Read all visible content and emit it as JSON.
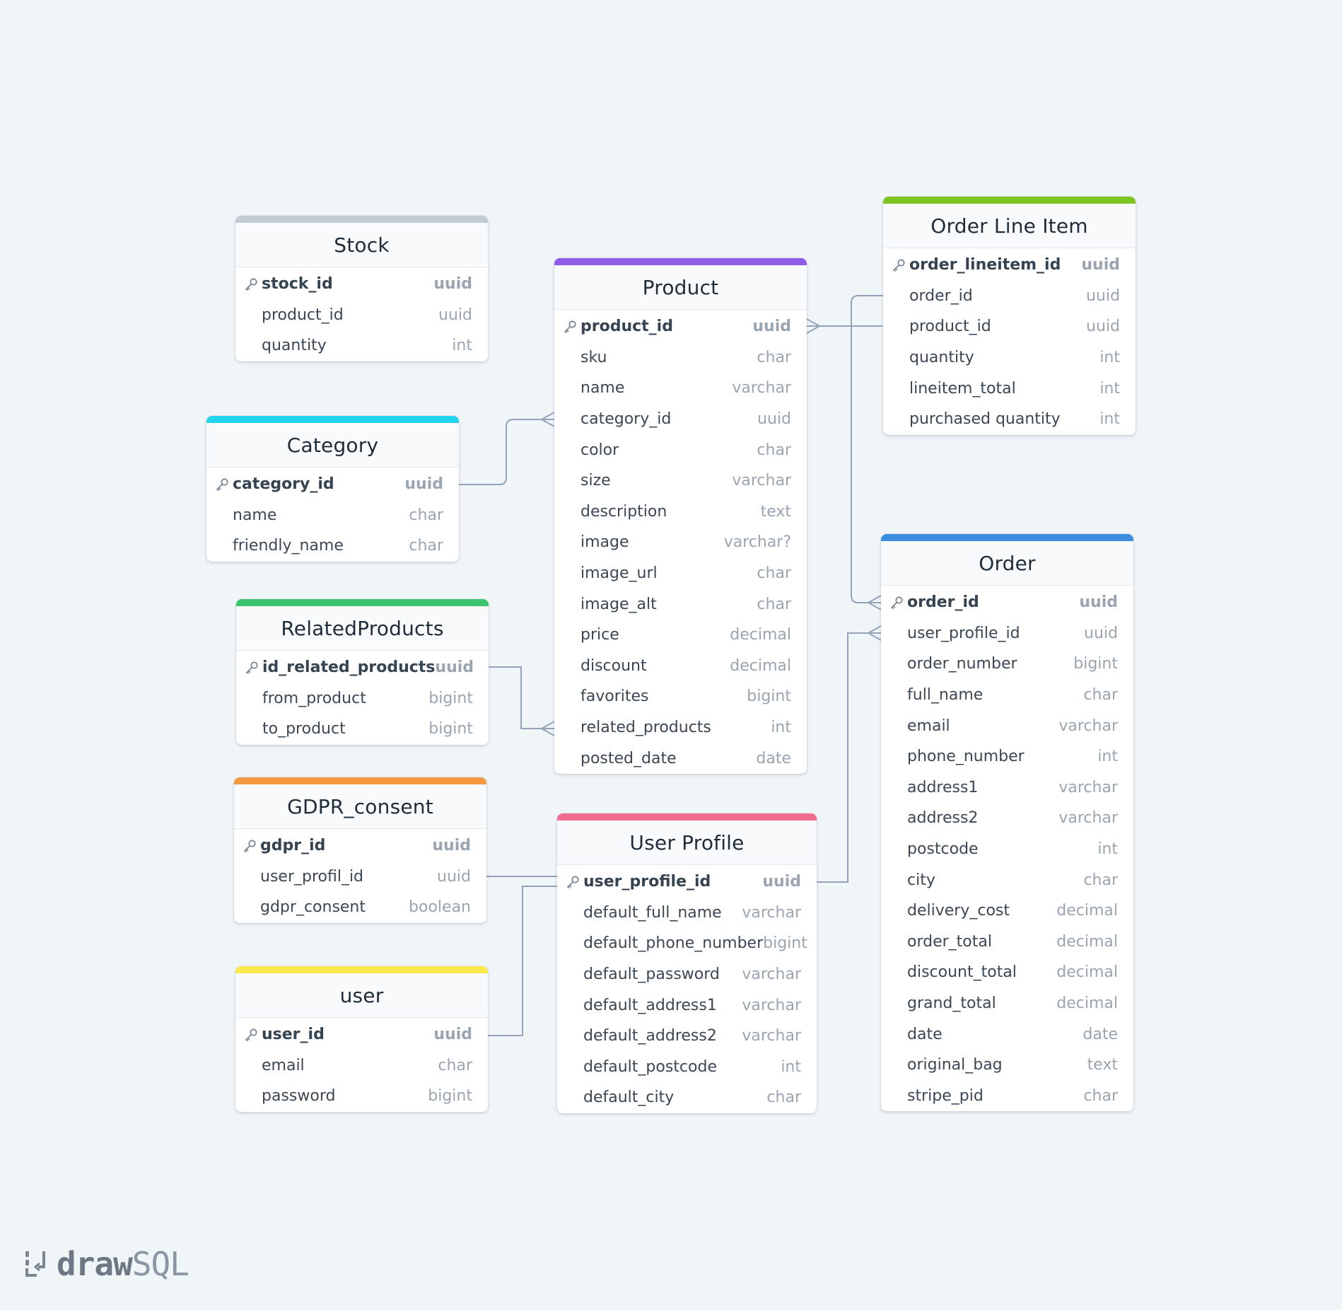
{
  "branding": {
    "logo_bold": "draw",
    "logo_light": "SQL"
  },
  "colors": {
    "stock": "#c2cad3",
    "category": "#22d3ee",
    "related": "#3cc46e",
    "gdpr": "#f59842",
    "user": "#fae84a",
    "product": "#8f5be8",
    "user_profile": "#f06b90",
    "order_line_item": "#7cc520",
    "order": "#3b8de0",
    "connector": "#94a3b8"
  },
  "tables": {
    "stock": {
      "title": "Stock",
      "columns": [
        {
          "name": "stock_id",
          "type": "uuid",
          "pk": true
        },
        {
          "name": "product_id",
          "type": "uuid"
        },
        {
          "name": "quantity",
          "type": "int"
        }
      ]
    },
    "category": {
      "title": "Category",
      "columns": [
        {
          "name": "category_id",
          "type": "uuid",
          "pk": true
        },
        {
          "name": "name",
          "type": "char"
        },
        {
          "name": "friendly_name",
          "type": "char"
        }
      ]
    },
    "related": {
      "title": "RelatedProducts",
      "columns": [
        {
          "name": "id_related_products",
          "type": "uuid",
          "pk": true
        },
        {
          "name": "from_product",
          "type": "bigint"
        },
        {
          "name": "to_product",
          "type": "bigint"
        }
      ]
    },
    "gdpr": {
      "title": "GDPR_consent",
      "columns": [
        {
          "name": "gdpr_id",
          "type": "uuid",
          "pk": true
        },
        {
          "name": "user_profil_id",
          "type": "uuid"
        },
        {
          "name": "gdpr_consent",
          "type": "boolean"
        }
      ]
    },
    "user": {
      "title": "user",
      "columns": [
        {
          "name": "user_id",
          "type": "uuid",
          "pk": true
        },
        {
          "name": "email",
          "type": "char"
        },
        {
          "name": "password",
          "type": "bigint"
        }
      ]
    },
    "product": {
      "title": "Product",
      "columns": [
        {
          "name": "product_id",
          "type": "uuid",
          "pk": true
        },
        {
          "name": "sku",
          "type": "char"
        },
        {
          "name": "name",
          "type": "varchar"
        },
        {
          "name": "category_id",
          "type": "uuid"
        },
        {
          "name": "color",
          "type": "char"
        },
        {
          "name": "size",
          "type": "varchar"
        },
        {
          "name": "description",
          "type": "text"
        },
        {
          "name": "image",
          "type": "varchar?"
        },
        {
          "name": "image_url",
          "type": "char"
        },
        {
          "name": "image_alt",
          "type": "char"
        },
        {
          "name": "price",
          "type": "decimal"
        },
        {
          "name": "discount",
          "type": "decimal"
        },
        {
          "name": "favorites",
          "type": "bigint"
        },
        {
          "name": "related_products",
          "type": "int"
        },
        {
          "name": "posted_date",
          "type": "date"
        }
      ]
    },
    "user_profile": {
      "title": "User Profile",
      "columns": [
        {
          "name": "user_profile_id",
          "type": "uuid",
          "pk": true
        },
        {
          "name": "default_full_name",
          "type": "varchar"
        },
        {
          "name": "default_phone_number",
          "type": "bigint"
        },
        {
          "name": "default_password",
          "type": "varchar"
        },
        {
          "name": "default_address1",
          "type": "varchar"
        },
        {
          "name": "default_address2",
          "type": "varchar"
        },
        {
          "name": "default_postcode",
          "type": "int"
        },
        {
          "name": "default_city",
          "type": "char"
        }
      ]
    },
    "order_line_item": {
      "title": "Order Line Item",
      "columns": [
        {
          "name": "order_lineitem_id",
          "type": "uuid",
          "pk": true
        },
        {
          "name": "order_id",
          "type": "uuid"
        },
        {
          "name": "product_id",
          "type": "uuid"
        },
        {
          "name": "quantity",
          "type": "int"
        },
        {
          "name": "lineitem_total",
          "type": "int"
        },
        {
          "name": "purchased quantity",
          "type": "int"
        }
      ]
    },
    "order": {
      "title": "Order",
      "columns": [
        {
          "name": "order_id",
          "type": "uuid",
          "pk": true
        },
        {
          "name": "user_profile_id",
          "type": "uuid"
        },
        {
          "name": "order_number",
          "type": "bigint"
        },
        {
          "name": "full_name",
          "type": "char"
        },
        {
          "name": "email",
          "type": "varchar"
        },
        {
          "name": "phone_number",
          "type": "int"
        },
        {
          "name": "address1",
          "type": "varchar"
        },
        {
          "name": "address2",
          "type": "varchar"
        },
        {
          "name": "postcode",
          "type": "int"
        },
        {
          "name": "city",
          "type": "char"
        },
        {
          "name": "delivery_cost",
          "type": "decimal"
        },
        {
          "name": "order_total",
          "type": "decimal"
        },
        {
          "name": "discount_total",
          "type": "decimal"
        },
        {
          "name": "grand_total",
          "type": "decimal"
        },
        {
          "name": "date",
          "type": "date"
        },
        {
          "name": "original_bag",
          "type": "text"
        },
        {
          "name": "stripe_pid",
          "type": "char"
        }
      ]
    }
  },
  "relationships": [
    {
      "from": "category.category_id",
      "to": "product.category_id",
      "cardinality": "one-to-many"
    },
    {
      "from": "related.id_related_products",
      "to": "product.related_products",
      "cardinality": "one-to-many"
    },
    {
      "from": "product.product_id",
      "to": "order_line_item.product_id",
      "cardinality": "many-to-one"
    },
    {
      "from": "order_line_item.order_id",
      "to": "order.order_id",
      "cardinality": "one-to-many"
    },
    {
      "from": "user_profile.user_profile_id",
      "to": "order.user_profile_id",
      "cardinality": "one-to-many"
    },
    {
      "from": "gdpr.user_profil_id",
      "to": "user_profile.user_profile_id",
      "cardinality": "one-to-one"
    },
    {
      "from": "user.user_id",
      "to": "user_profile.user_profile_id",
      "cardinality": "one-to-one"
    }
  ]
}
